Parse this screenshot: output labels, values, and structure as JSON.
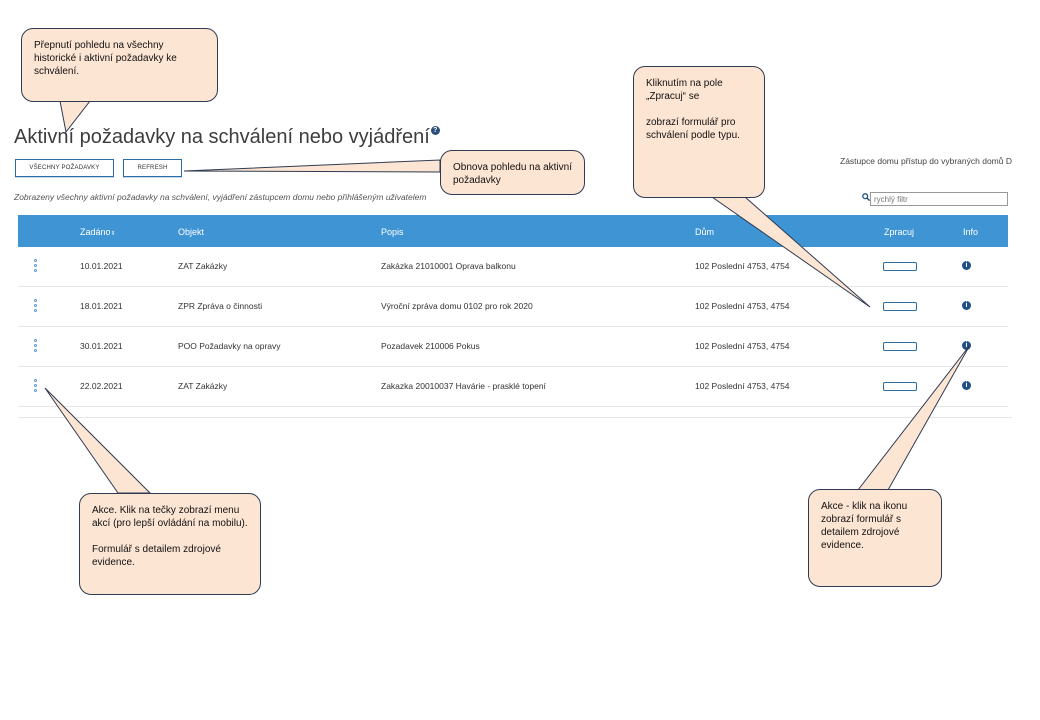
{
  "page": {
    "title": "Aktivní požadavky na schválení nebo vyjádření",
    "help_icon": "question-circle-icon",
    "subtitle": "Zobrazeny všechny aktivní požadavky na schválení, vyjádření zástupcem domu nebo přihlášeným uživatelem",
    "right_info": "Zástupce domu přístup do vybraných domů D"
  },
  "toolbar": {
    "all_requests_label": "VŠECHNY POŽADAVKY",
    "refresh_label": "REFRESH"
  },
  "search": {
    "placeholder": "rychlý filtr",
    "icon": "search-icon"
  },
  "table": {
    "columns": [
      "Zadáno",
      "Objekt",
      "Popis",
      "Dům",
      "Zpracuj",
      "Info"
    ],
    "sort_icon": "sort-icon",
    "rows": [
      {
        "date": "10.01.2021",
        "object": "ZAT Zakázky",
        "description": "Zakázka 21010001 Oprava balkonu",
        "house": "102 Poslední 4753, 4754"
      },
      {
        "date": "18.01.2021",
        "object": "ZPR Zpráva o činnosti",
        "description": "Výroční zpráva domu 0102 pro rok 2020",
        "house": "102 Poslední 4753, 4754"
      },
      {
        "date": "30.01.2021",
        "object": "POO Požadavky na opravy",
        "description": "Pozadavek 210006 Pokus",
        "house": "102 Poslední 4753, 4754"
      },
      {
        "date": "22.02.2021",
        "object": "ZAT Zakázky",
        "description": "Zakazka 20010037 Havárie - prasklé topení",
        "house": "102 Poslední 4753, 4754"
      }
    ]
  },
  "callouts": {
    "all_requests": "Přepnutí pohledu na všechny historické i aktivní požadavky ke schválení.",
    "refresh": "Obnova pohledu na aktivní požadavky",
    "process": "Kliknutím na pole „Zpracuj“ se\n\nzobrazí formulář pro schválení podle typu.",
    "actions": "Akce. Klik na tečky zobrazí menu akcí (pro lepší ovládání na mobilu).\n\nFormulář s detailem zdrojové evidence.",
    "info": "Akce - klik na ikonu zobrazí formulář s detailem zdrojové evidence."
  },
  "colors": {
    "header_bg": "#3f94d4",
    "callout_bg": "#fde5d3",
    "button_border": "#2e6da4",
    "info_icon": "#1f4f86"
  }
}
